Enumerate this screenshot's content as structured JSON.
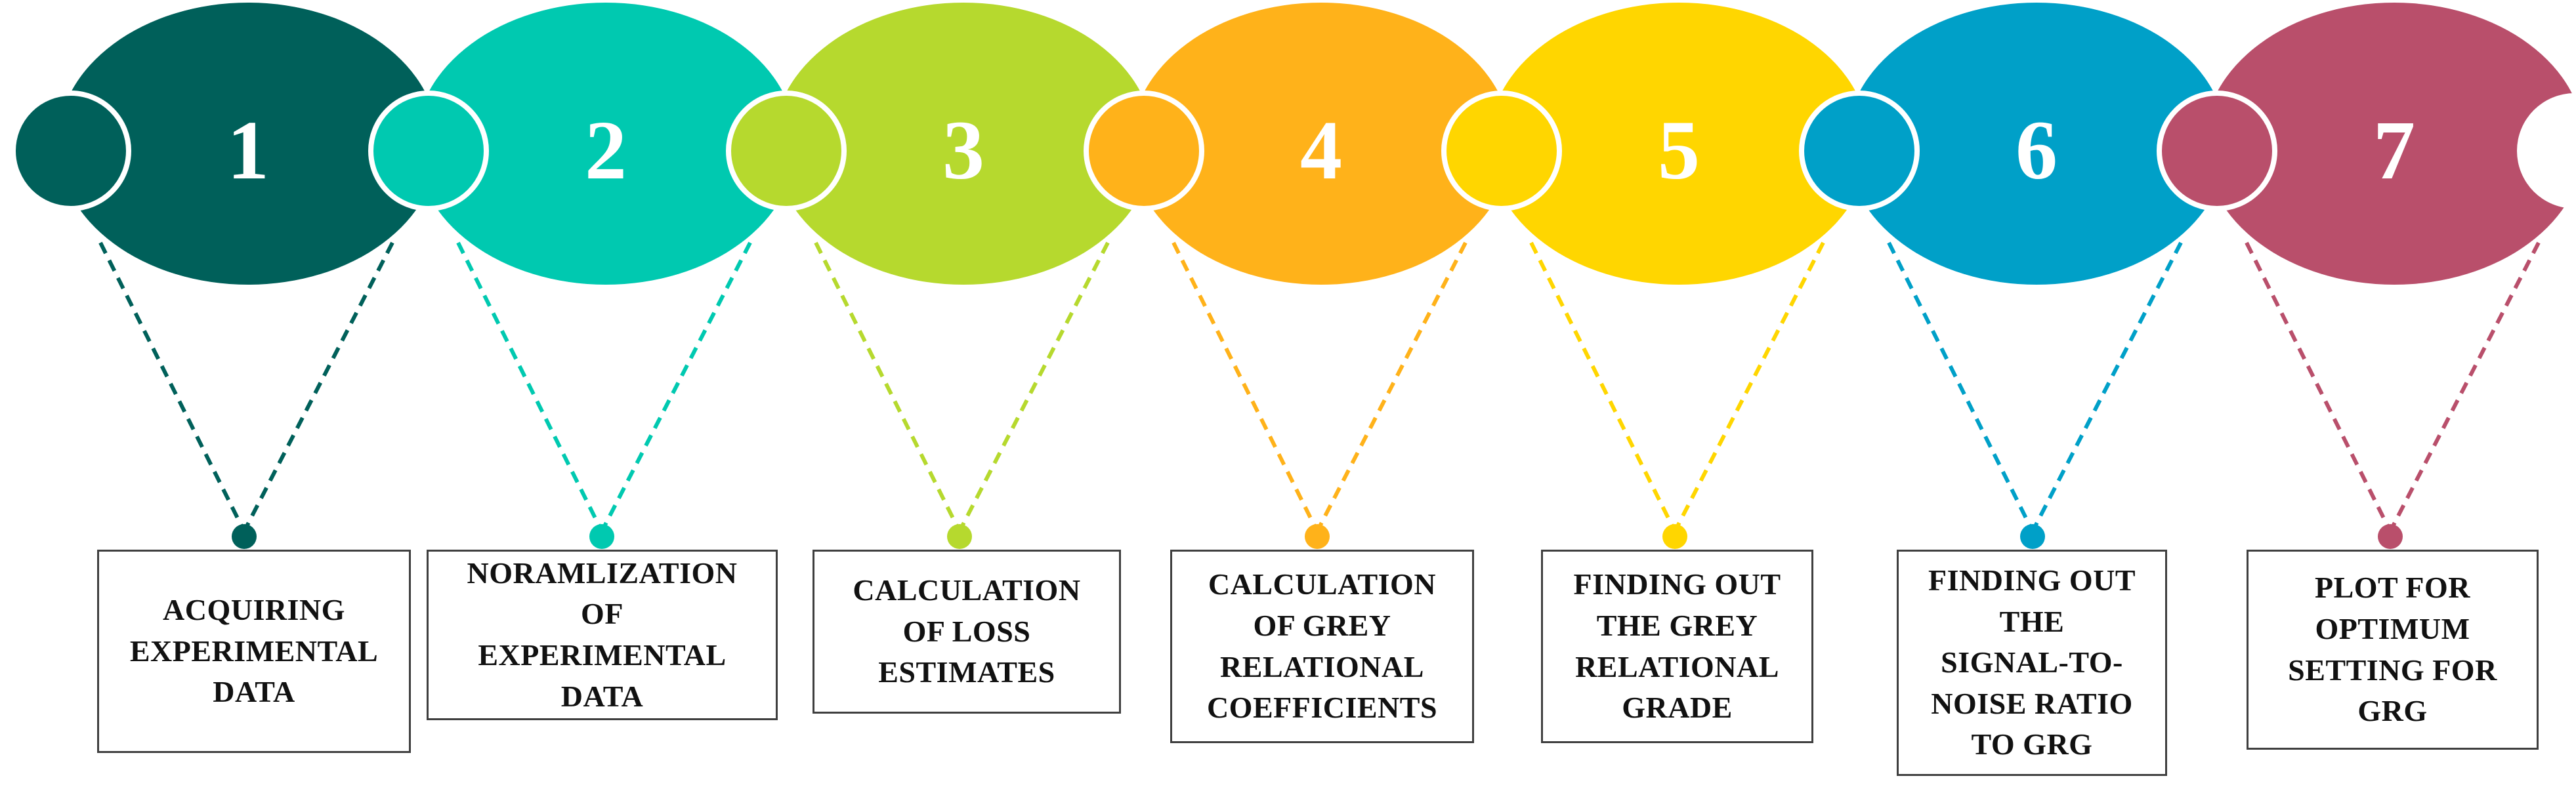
{
  "steps": [
    {
      "number": "1",
      "color": "#00605a",
      "caption_lines": [
        "ACQUIRING",
        "EXPERIMENTAL",
        "DATA"
      ]
    },
    {
      "number": "2",
      "color": "#00c9b0",
      "caption_lines": [
        "NORAMLIZATION",
        "OF",
        "EXPERIMENTAL",
        "DATA"
      ]
    },
    {
      "number": "3",
      "color": "#b6d92e",
      "caption_lines": [
        "CALCULATION",
        "OF LOSS",
        "ESTIMATES"
      ]
    },
    {
      "number": "4",
      "color": "#ffb21a",
      "caption_lines": [
        "CALCULATION",
        "OF GREY",
        "RELATIONAL",
        "COEFFICIENTS"
      ]
    },
    {
      "number": "5",
      "color": "#ffd600",
      "caption_lines": [
        "FINDING OUT",
        "THE GREY",
        "RELATIONAL",
        "GRADE"
      ]
    },
    {
      "number": "6",
      "color": "#00a0c8",
      "caption_lines": [
        "FINDING OUT",
        "THE",
        "SIGNAL-TO-",
        "NOISE RATIO",
        "TO GRG"
      ]
    },
    {
      "number": "7",
      "color": "#b94f6b",
      "caption_lines": [
        "PLOT FOR",
        "OPTIMUM",
        "SETTING FOR",
        "GRG"
      ]
    }
  ]
}
